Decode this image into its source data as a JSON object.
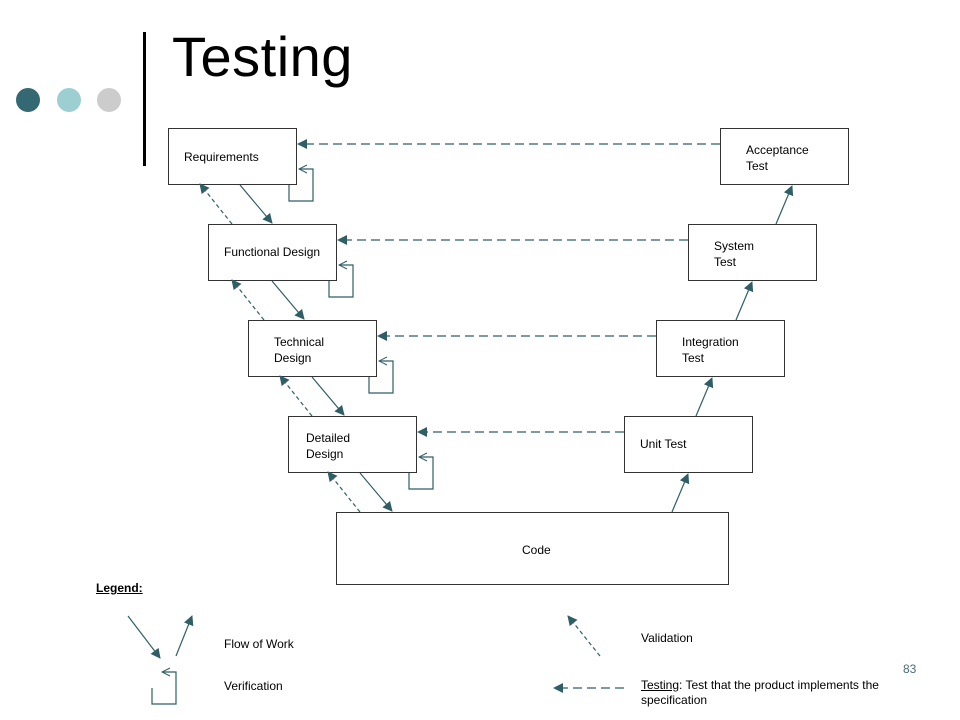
{
  "title": "Testing",
  "colors": {
    "dot1": "#346872",
    "dot2": "#9dcfd2",
    "dot3": "#cccccc",
    "arrow": "#2f5e66"
  },
  "left_boxes": {
    "requirements": "Requirements",
    "functional_design": "Functional Design",
    "technical_design": "Technical\nDesign",
    "detailed_design": "Detailed\nDesign"
  },
  "right_boxes": {
    "acceptance_test": "Acceptance\nTest",
    "system_test": "System\nTest",
    "integration_test": "Integration\nTest",
    "unit_test": "Unit Test"
  },
  "code": "Code",
  "legend": {
    "title": "Legend:",
    "flow_of_work": "Flow of Work",
    "verification": "Verification",
    "validation": "Validation",
    "testing_label": "Testing",
    "testing_desc": ": Test that the product implements the  specification"
  },
  "page_number": "83"
}
